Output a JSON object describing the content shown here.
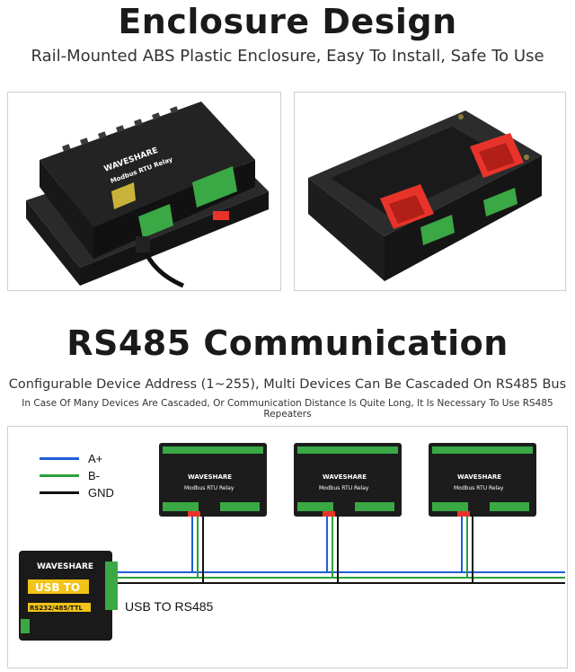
{
  "section1": {
    "title": "Enclosure Design",
    "subtitle": "Rail-Mounted ABS Plastic Enclosure, Easy To Install, Safe To Use"
  },
  "section2": {
    "title": "RS485 Communication",
    "subtitle": "Configurable Device Address (1~255), Multi Devices Can Be Cascaded On RS485 Bus",
    "note": "In Case Of Many Devices Are Cascaded, Or Communication Distance Is Quite Long, It Is Necessary To Use RS485 Repeaters"
  },
  "device": {
    "brand": "WAVESHARE",
    "model": "Modbus RTU Relay"
  },
  "legend": [
    {
      "label": "A+",
      "color": "#1f5fd6"
    },
    {
      "label": "B-",
      "color": "#2aa13a"
    },
    {
      "label": "GND",
      "color": "#111111"
    }
  ],
  "converter": {
    "brand": "WAVESHARE",
    "title": "USB TO",
    "subtitle": "RS232/485/TTL",
    "caption": "USB TO RS485"
  },
  "colors": {
    "terminal_green": "#3aa845",
    "enclosure_black": "#1c1c1c",
    "clip_red": "#e8332b",
    "panel_border": "#cfcfcf"
  }
}
